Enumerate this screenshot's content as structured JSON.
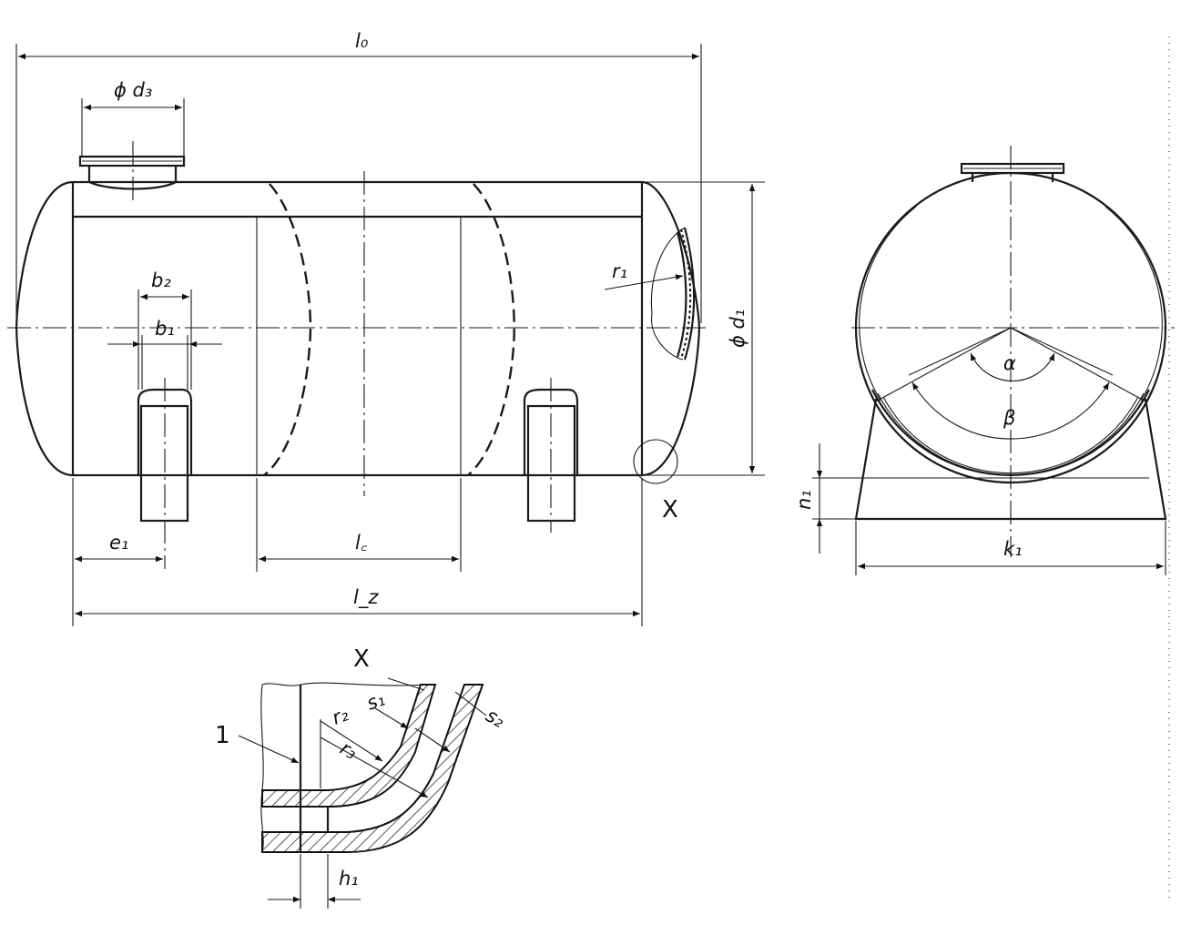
{
  "labels": {
    "l0": "l₀",
    "phi_d3": "ϕ d₃",
    "phi_d1": "ϕ d₁",
    "r1": "r₁",
    "b2": "b₂",
    "b1": "b₁",
    "e1": "e₁",
    "lc": "l꜀",
    "lz": "l_z",
    "x_marker": "X",
    "x_detail": "X",
    "alpha": "α",
    "beta": "β",
    "n1": "n₁",
    "k1": "k₁",
    "s1": "s₁",
    "s2": "s₂",
    "r2": "r₂",
    "r3": "r₃",
    "h1": "h₁",
    "item1": "1"
  }
}
